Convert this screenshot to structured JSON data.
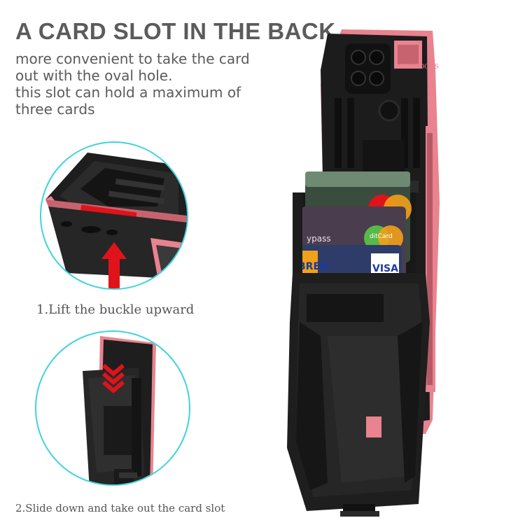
{
  "header": {
    "title": "A CARD SLOT IN THE BACK",
    "description_lines": [
      "more convenient to take the card",
      "out with the oval hole.",
      "this slot can hold a maximum of",
      "three cards"
    ]
  },
  "steps": [
    {
      "label": "1.Lift the buckle upward"
    },
    {
      "label": "2.Slide down and take out the card slot"
    }
  ],
  "phone": {
    "camera_text": "AUTOFOCUS",
    "cards": [
      {
        "text": "ypass",
        "brand": "ditCard"
      },
      {
        "text": "ypass",
        "brand": "ditCard"
      },
      {
        "text": "BREN",
        "brand": "VISA"
      }
    ]
  },
  "colors": {
    "accent_pink": "#e8838f",
    "case_black": "#1c1c1c",
    "circle_outline": "#3fd3dd",
    "arrow_red": "#e0131a",
    "text_gray": "#5b5b5b"
  }
}
